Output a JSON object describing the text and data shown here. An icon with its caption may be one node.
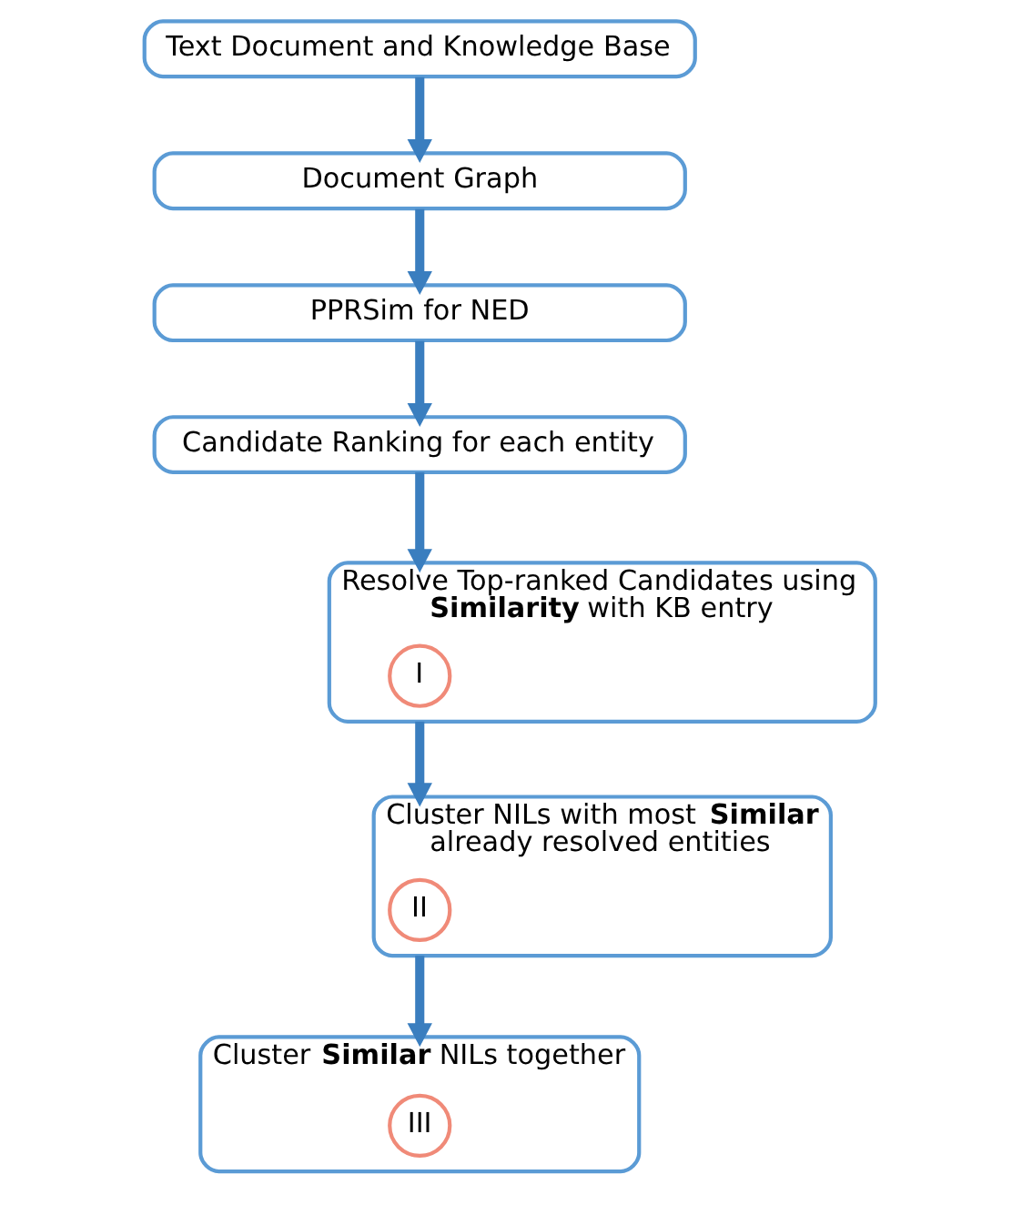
{
  "diagram": {
    "nodes": [
      {
        "text": [
          "Text Document and Knowledge Base"
        ]
      },
      {
        "text": [
          "Document Graph"
        ]
      },
      {
        "text": [
          "PPRSim for NED"
        ]
      },
      {
        "text": [
          "Candidate Ranking for each entity"
        ]
      },
      {
        "text": [
          "Resolve Top-ranked Candidates using **Similarity** with KB entry"
        ]
      },
      {
        "text": [
          "I"
        ],
        "in": 4
      },
      {
        "text": [
          "Cluster NILs with most **Similar** already resolved entities"
        ]
      },
      {
        "text": [
          "II"
        ],
        "in": 6
      },
      {
        "text": [
          "Cluster **Similar** NILs together"
        ]
      },
      {
        "text": [
          "III"
        ],
        "in": 8
      }
    ],
    "edges": [
      {
        "from": 0,
        "to": 1,
        "arrow": "to"
      },
      {
        "from": 1,
        "to": 2,
        "arrow": "to"
      },
      {
        "from": 2,
        "to": 3,
        "arrow": "to"
      },
      {
        "from": 3,
        "to": 4,
        "arrow": "to"
      },
      {
        "from": 4,
        "to": 6,
        "arrow": "to"
      },
      {
        "from": 6,
        "to": 8,
        "arrow": "to"
      }
    ]
  }
}
